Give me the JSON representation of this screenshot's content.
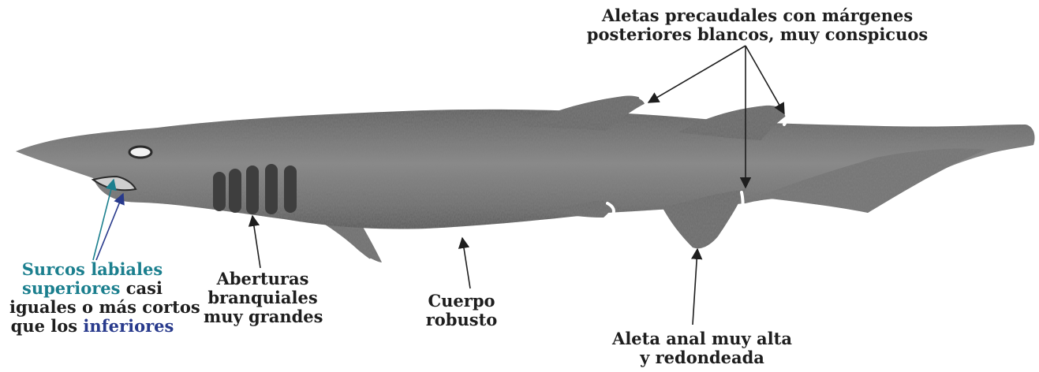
{
  "labels": {
    "labial": {
      "line1": "Surcos labiales",
      "line2_colored": "superiores",
      "line2_rest": " casi",
      "line3": "iguales o más cortos",
      "line4_start": "que los ",
      "line4_colored": "inferiores"
    },
    "gills": {
      "line1": "Aberturas",
      "line2": "branquiales",
      "line3": "muy grandes"
    },
    "body": {
      "line1": "Cuerpo",
      "line2": "robusto"
    },
    "anal_fin": {
      "line1": "Aleta anal muy alta",
      "line2": "y redondeada"
    },
    "precaudal_fins": {
      "line1": "Aletas precaudales con márgenes",
      "line2": "posteriores blancos, muy conspicuos"
    }
  },
  "colors": {
    "label_text": "#1e1e1e",
    "labial_upper": "#1b7f8e",
    "labial_lower": "#283a8c",
    "shark_body": "#7a7a7a",
    "fin_margin": "#ffffff"
  }
}
